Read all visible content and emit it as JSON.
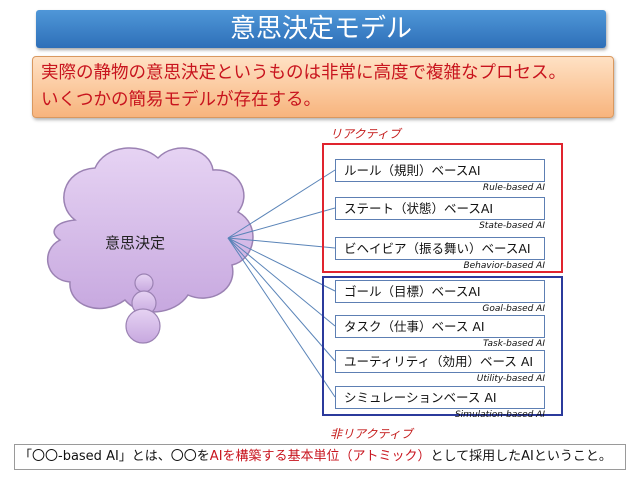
{
  "title": "意思決定モデル",
  "intro": {
    "line1": "実際の静物の意思決定というものは非常に高度で複雑なプロセス。",
    "line2": "いくつかの簡易モデルが存在する。"
  },
  "cloud_label": "意思決定",
  "groups": {
    "reactive": "リアクティブ",
    "nonreactive": "非リアクティブ"
  },
  "models": [
    {
      "label": "ルール（規則）ベースAI",
      "en": "Rule-based AI"
    },
    {
      "label": "ステート（状態）ベースAI",
      "en": "State-based AI"
    },
    {
      "label": "ビヘイビア（振る舞い）ベースAI",
      "en": "Behavior-based AI"
    },
    {
      "label": "ゴール（目標）ベースAI",
      "en": "Goal-based AI"
    },
    {
      "label": "タスク（仕事）ベース AI",
      "en": "Task-based AI"
    },
    {
      "label": "ユーティリティ（効用）ベース AI",
      "en": "Utility-based AI"
    },
    {
      "label": "シミュレーションベース AI",
      "en": "Simulation-based AI"
    }
  ],
  "conclusion": {
    "part1": "「〇〇-based AI」とは、〇〇を",
    "part2": "AIを構築する基本単位（アトミック）",
    "part3": "として採用したAIということ。"
  },
  "colors": {
    "reactive_frame": "#e0242e",
    "nonreactive_frame": "#2b3a9c",
    "cloud_fill": "#d7bfe8",
    "title_bg": "#3a80c8"
  }
}
